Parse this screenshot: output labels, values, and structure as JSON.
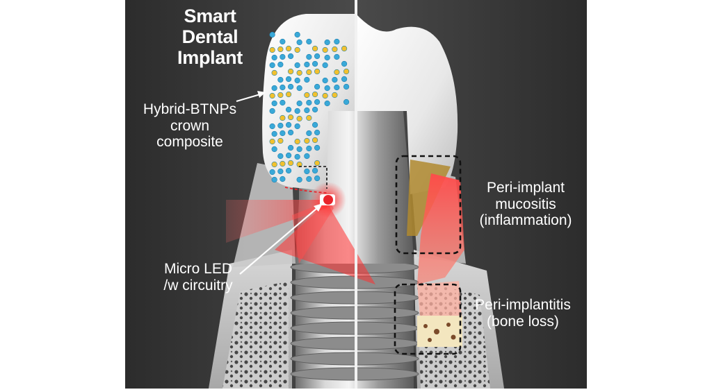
{
  "figure": {
    "colors": {
      "background_dark": "#3a3a3a",
      "background_outer": "#ffffff",
      "led_red": "#e8242b",
      "nanoparticle_blue": "#3aa9d8",
      "nanoparticle_yellow": "#f2c12e",
      "inflammation": "#f03a3a",
      "plaque": "#b0892f",
      "label_text": "#ffffff"
    },
    "labels": {
      "title": [
        "Smart Dental",
        "Implant"
      ],
      "crown_composite": [
        "Hybrid-BTNPs",
        "crown",
        "composite"
      ],
      "micro_led": [
        "Micro LED",
        "/w circuitry"
      ],
      "mucositis": [
        "Peri-implant",
        "mucositis",
        "(inflammation)"
      ],
      "peri_implantitis": [
        "Peri-implantitis",
        "(bone loss)"
      ]
    }
  }
}
